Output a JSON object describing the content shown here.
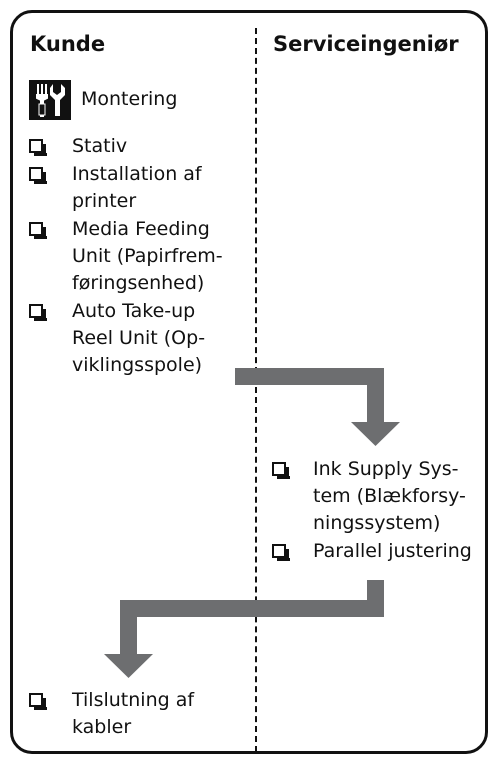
{
  "columns": {
    "left_heading": "Kunde",
    "right_heading": "Serviceingeniør"
  },
  "section": {
    "icon": "tools-icon",
    "label": "Montering"
  },
  "customer_tasks": [
    [
      "Stativ"
    ],
    [
      "Installation af",
      "printer"
    ],
    [
      "Media Feeding",
      "Unit (Papirfrem-",
      "føringsenhed)"
    ],
    [
      "Auto Take-up",
      "Reel Unit (Op-",
      "viklingsspole)"
    ]
  ],
  "engineer_tasks": [
    [
      "Ink Supply Sys-",
      "tem (Blækforsy-",
      "ningssystem)"
    ],
    [
      "Parallel justering"
    ]
  ],
  "final_tasks": [
    [
      "Tilslutning af",
      "kabler"
    ]
  ],
  "colors": {
    "arrow": "#6d6e70",
    "border": "#111111"
  }
}
